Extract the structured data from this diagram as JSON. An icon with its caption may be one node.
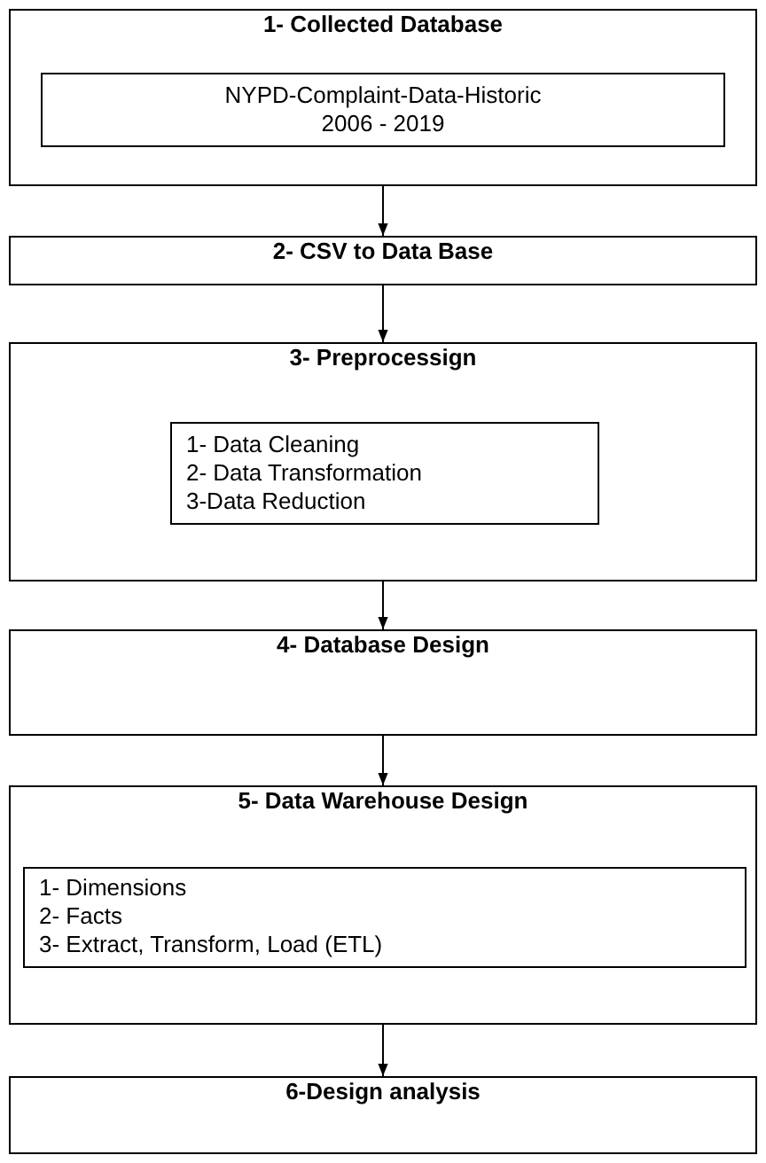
{
  "diagram": {
    "nodes": [
      {
        "text": [
          "1- Collected Database"
        ]
      },
      {
        "text": [
          "NYPD-Complaint-Data-Historic",
          "2006 - 2019"
        ],
        "in": 0
      },
      {
        "text": [
          "2- CSV to Data Base"
        ]
      },
      {
        "text": [
          "3- Preprocessign"
        ]
      },
      {
        "text": [
          "1- Data Cleaning",
          "2- Data Transformation",
          "3-Data Reduction"
        ],
        "in": 3
      },
      {
        "text": [
          "4- Database Design"
        ]
      },
      {
        "text": [
          "5- Data Warehouse Design"
        ]
      },
      {
        "text": [
          "1- Dimensions",
          "2- Facts",
          "3- Extract, Transform, Load (ETL)"
        ],
        "in": 6
      },
      {
        "text": [
          "6-Design analysis"
        ]
      }
    ],
    "edges": [
      {
        "from": 0,
        "to": 2,
        "arrow": "to"
      },
      {
        "from": 2,
        "to": 3,
        "arrow": "to"
      },
      {
        "from": 3,
        "to": 5,
        "arrow": "to"
      },
      {
        "from": 5,
        "to": 6,
        "arrow": "to"
      },
      {
        "from": 6,
        "to": 8,
        "arrow": "to"
      }
    ]
  }
}
